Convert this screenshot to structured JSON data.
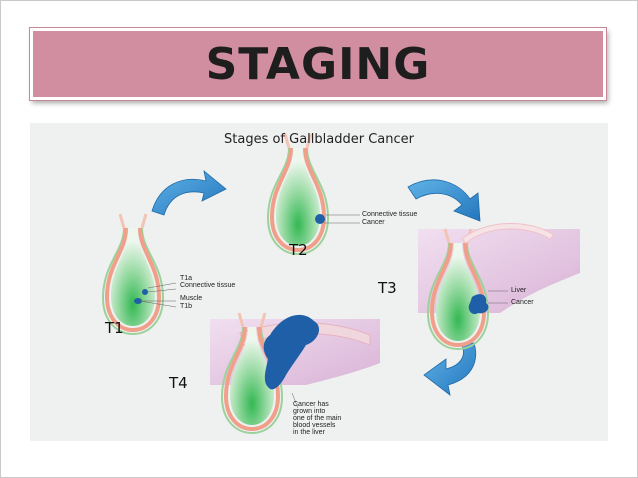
{
  "slide": {
    "title": "STAGING"
  },
  "diagram": {
    "title": "Stages of Gallbladder Cancer",
    "stages": [
      {
        "label": "T1",
        "annotations": [
          "T1a",
          "Connective tissue",
          "Muscle",
          "T1b"
        ]
      },
      {
        "label": "T2",
        "annotations": [
          "Connective tissue",
          "Cancer"
        ]
      },
      {
        "label": "T3",
        "annotations": [
          "Liver",
          "Cancer"
        ]
      },
      {
        "label": "T4",
        "annotations": [
          "Cancer has",
          "grown into",
          "one of the main",
          "blood vessels",
          "in the liver"
        ]
      }
    ],
    "colors": {
      "banner": "#d28ea1",
      "arrow": "#2f8fd0",
      "cancer": "#1f5fa8",
      "liver": "#e6c8e2",
      "bladder_inner": "#3fbf5c",
      "muscle_wall": "#f0a08a"
    }
  }
}
